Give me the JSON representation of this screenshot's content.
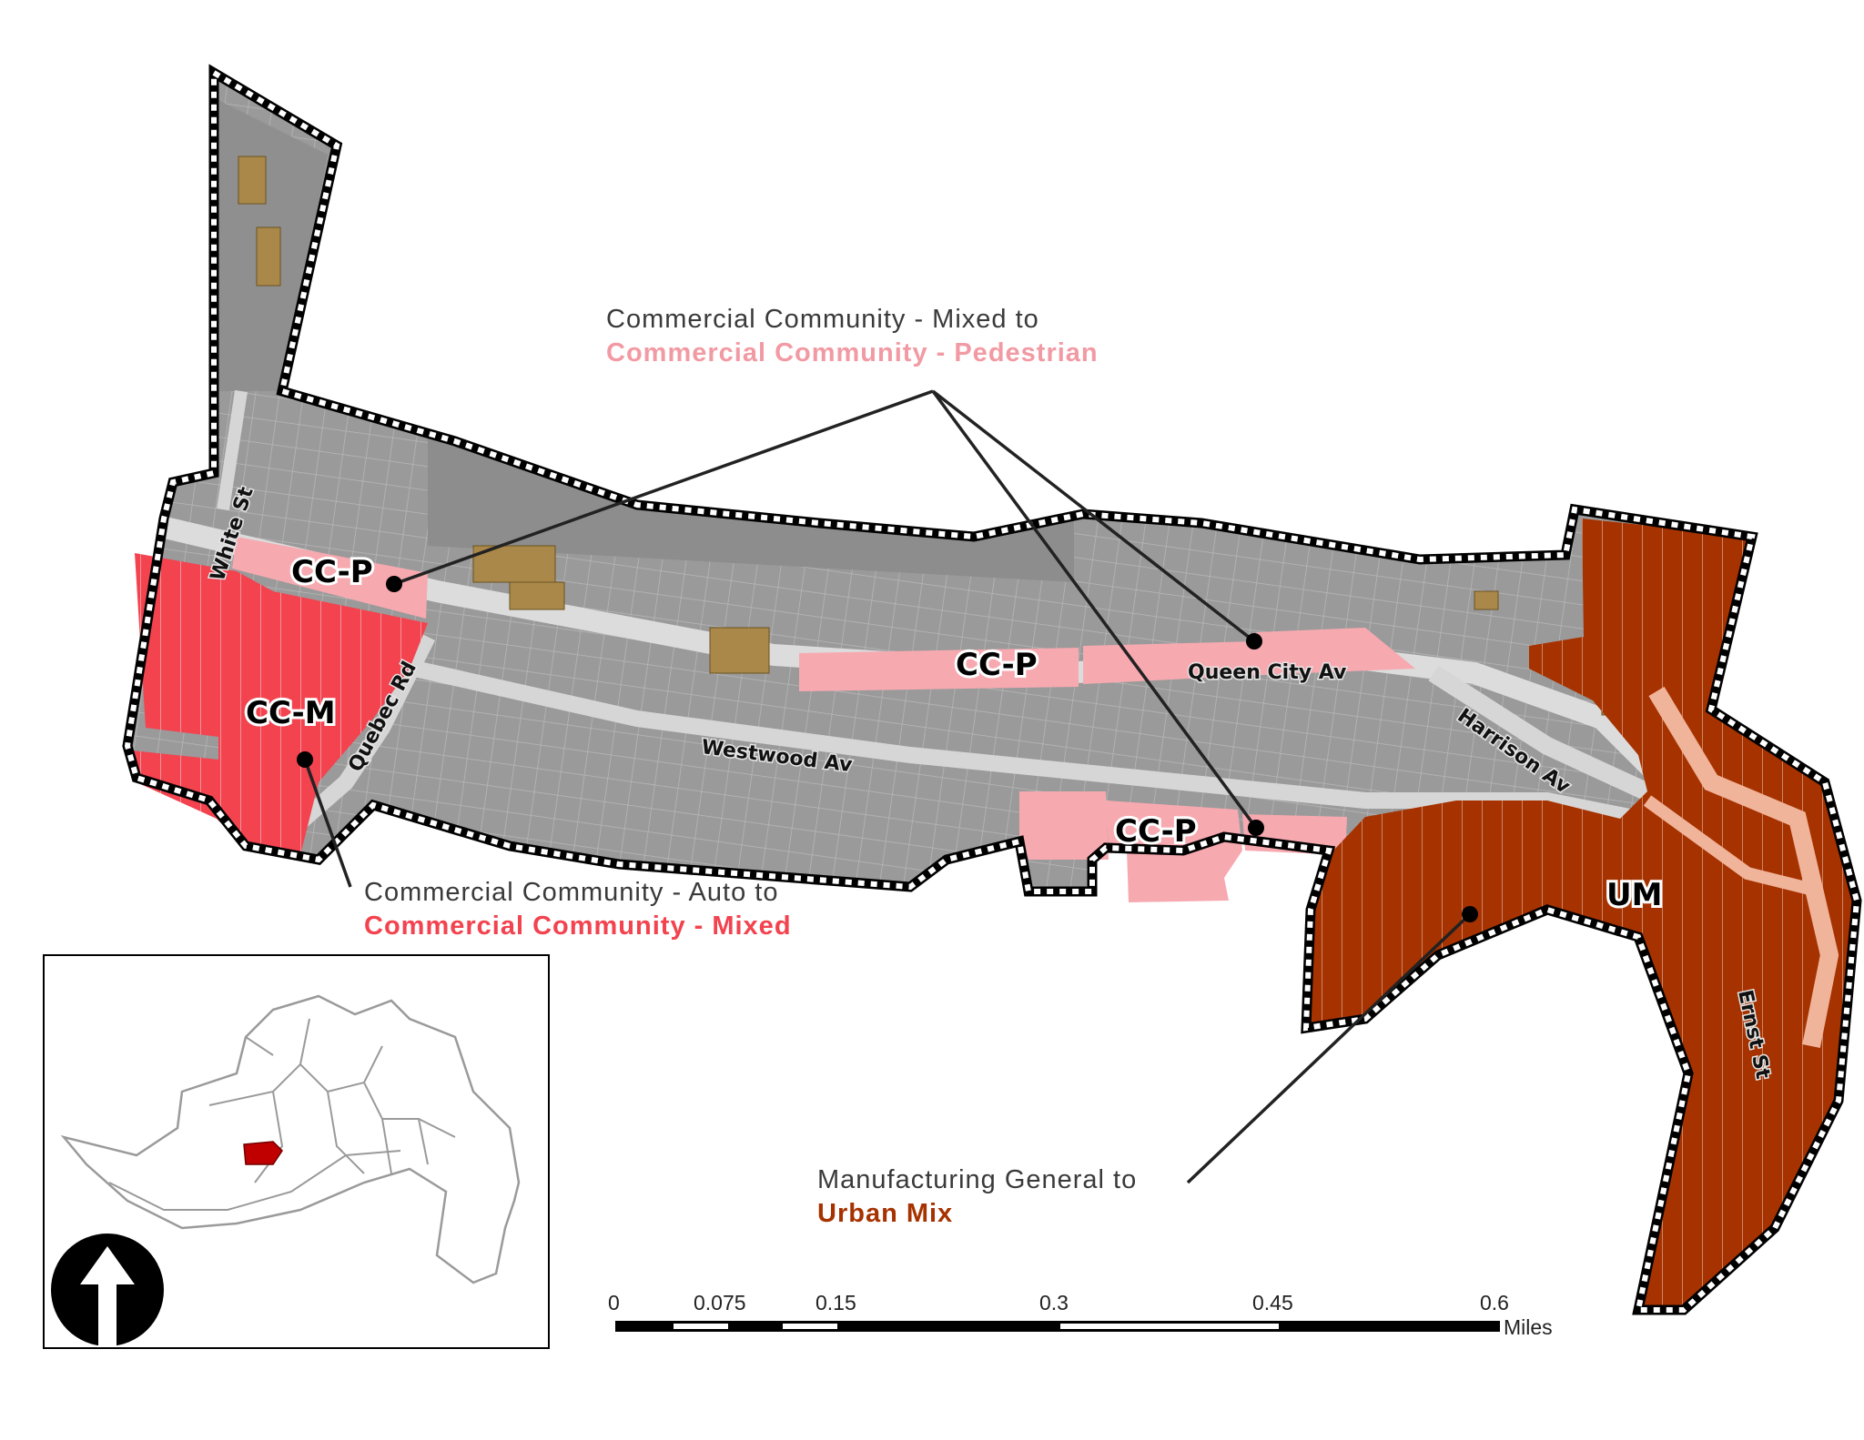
{
  "colors": {
    "cc_p": "#f7a9b0",
    "cc_m": "#f2434f",
    "um": "#a63200",
    "aerial": "#9a9a9a",
    "boundary": "#000000",
    "inset_highlight": "#c00000"
  },
  "zones": {
    "ccp_1": "CC-P",
    "ccp_2": "CC-P",
    "ccp_3": "CC-P",
    "ccm": "CC-M",
    "um": "UM"
  },
  "streets": {
    "white_st": "White St",
    "quebec_rd": "Quebec Rd",
    "westwood_av": "Westwood Av",
    "queen_city_av": "Queen City Av",
    "harrison_av": "Harrison Av",
    "ernst_st": "Ernst St"
  },
  "callouts": {
    "pedestrian": {
      "from": "Commercial Community - Mixed to",
      "to": "Commercial Community - Pedestrian"
    },
    "mixed": {
      "from": "Commercial Community - Auto to",
      "to": "Commercial Community - Mixed"
    },
    "urban_mix": {
      "from": "Manufacturing General to",
      "to": "Urban Mix"
    }
  },
  "scale_bar": {
    "ticks": [
      "0",
      "0.075",
      "0.15",
      "0.3",
      "0.45",
      "0.6"
    ],
    "unit": "Miles"
  },
  "inset": {
    "north_arrow_icon": "north-arrow-icon"
  }
}
